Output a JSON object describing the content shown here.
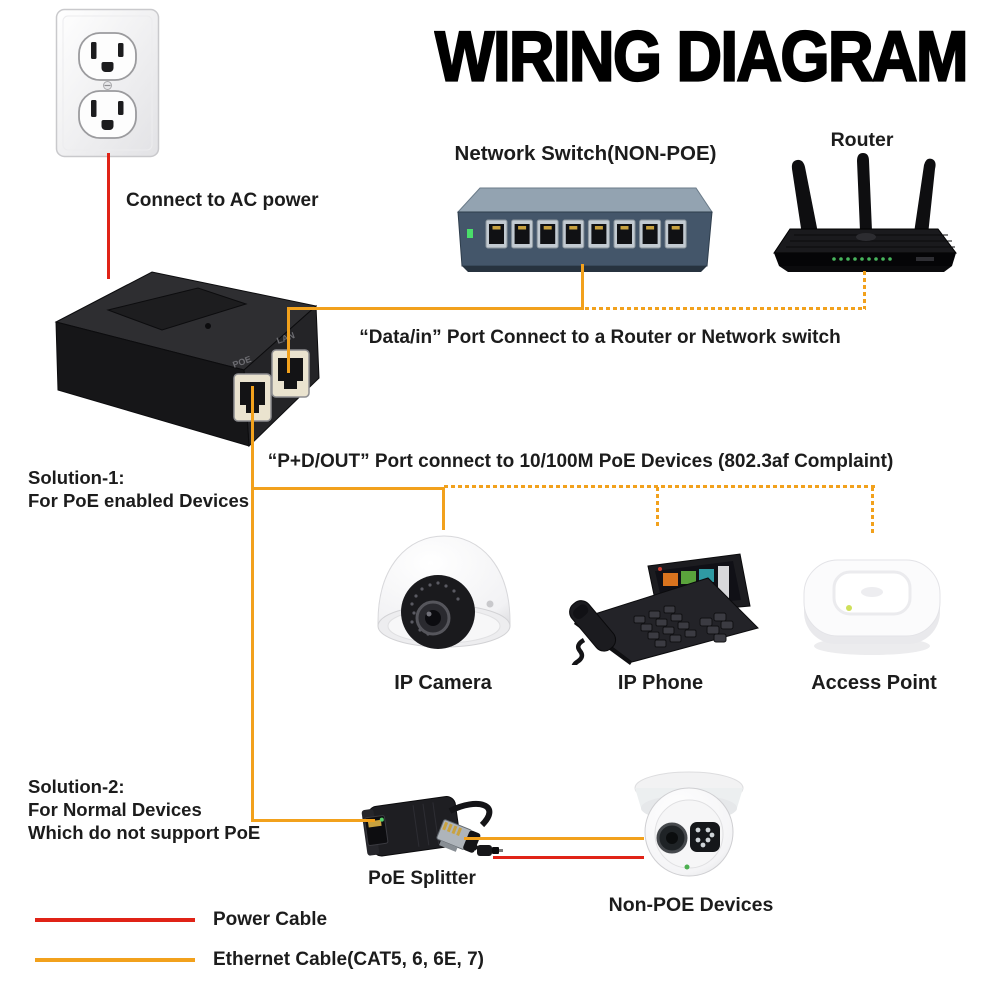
{
  "title": "WIRING DIAGRAM",
  "labels": {
    "connect_ac": "Connect to AC power",
    "network_switch": "Network Switch(NON-POE)",
    "router": "Router",
    "data_in_note": "“Data/in” Port Connect to a Router or Network switch",
    "pd_out_note": "“P+D/OUT” Port connect to 10/100M PoE Devices (802.3af Complaint)",
    "solution1_title": "Solution-1:",
    "solution1_sub": "For PoE enabled Devices",
    "solution2_title": "Solution-2:",
    "solution2_sub1": "For Normal Devices",
    "solution2_sub2": "Which do not support PoE",
    "ip_camera": "IP Camera",
    "ip_phone": "IP Phone",
    "access_point": "Access Point",
    "poe_splitter": "PoE Splitter",
    "non_poe_devices": "Non-POE Devices"
  },
  "injector": {
    "left_port_label": "POE",
    "right_port_label": "LAN"
  },
  "legend": {
    "power": {
      "label": "Power Cable",
      "color": "#e02317",
      "style": "solid"
    },
    "ethernet": {
      "label": "Ethernet Cable(CAT5, 6, 6E, 7)",
      "color": "#f2a11c",
      "style": "solid"
    }
  },
  "colors": {
    "power_cable": "#e02317",
    "ethernet_cable": "#f2a11c",
    "title": "#000000",
    "background": "#ffffff"
  }
}
